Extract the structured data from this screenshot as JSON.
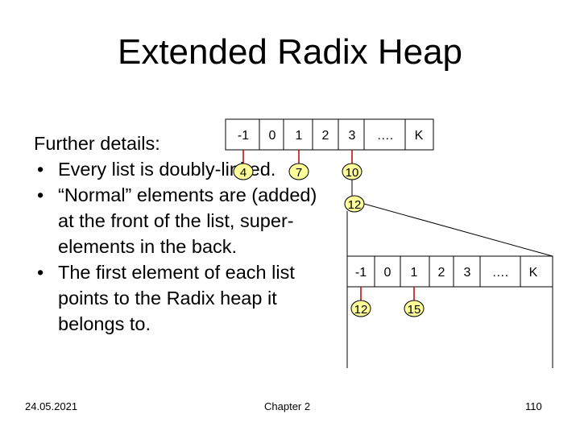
{
  "title": "Extended Radix Heap",
  "details": {
    "heading": "Further details:",
    "bullets": [
      "Every list is doubly-linked.",
      "“Normal” elements are (added) at the front of the list, super-elements in the back.",
      "The first element of each list points to the Radix heap it belongs to."
    ]
  },
  "outer_heap": {
    "buckets": [
      "-1",
      "0",
      "1",
      "2",
      "3",
      "….",
      "K"
    ],
    "nodes": [
      "4",
      "7",
      "10",
      "12"
    ]
  },
  "inner_heap": {
    "buckets": [
      "-1",
      "0",
      "1",
      "2",
      "3",
      "….",
      "K"
    ],
    "nodes": [
      "12",
      "15"
    ]
  },
  "colors": {
    "node_fill": "#ffff99",
    "connector": "#c00000",
    "line": "#000000"
  },
  "footer": {
    "date": "24.05.2021",
    "chapter": "Chapter 2",
    "page": "110"
  }
}
